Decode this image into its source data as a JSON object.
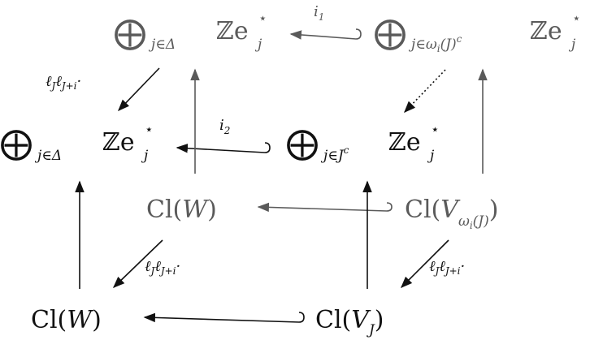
{
  "colors": {
    "black": "#111111",
    "gray": "#5a5a5a"
  },
  "nodes": {
    "top_left": {
      "sub": "j∈Δ",
      "base": "ℤe",
      "sub2": "j",
      "sup": "⋆"
    },
    "top_right": {
      "sub": "j∈ω",
      "sub_i": "i",
      "sub_J": "(J)",
      "sub_c": "c",
      "base": "ℤe",
      "sub2": "j",
      "sup": "⋆"
    },
    "mid_left": {
      "sub": "j∈Δ",
      "base": "ℤe",
      "sub2": "j",
      "sup": "⋆"
    },
    "mid_right": {
      "sub": "j∈J",
      "sub_c": "c",
      "base": "ℤe",
      "sub2": "j",
      "sup": "⋆"
    },
    "cl_w_gray": {
      "text": "Cl(",
      "script": "W",
      "close": ")"
    },
    "cl_v_omega": {
      "text": "Cl(",
      "script": "V",
      "sub": "ω",
      "sub_i": "i",
      "sub_J": "(J)",
      "close": ")"
    },
    "cl_w": {
      "text": "Cl(",
      "script": "W",
      "close": ")"
    },
    "cl_v_j": {
      "text": "Cl(",
      "script": "V",
      "sub": "J",
      "close": ")"
    }
  },
  "labels": {
    "i1": {
      "main": "i",
      "sub": "1"
    },
    "i2": {
      "main": "i",
      "sub": "2"
    },
    "ell_top": {
      "a": "ℓ",
      "a_sub": "J",
      "b": "ℓ",
      "b_sub": "J+i",
      "dot": "·"
    },
    "ell_mid": {
      "a": "ℓ",
      "a_sub": "J",
      "b": "ℓ",
      "b_sub": "J+i",
      "dot": "·"
    },
    "ell_right": {
      "a": "ℓ",
      "a_sub": "J",
      "b": "ℓ",
      "b_sub": "J+i",
      "dot": "·"
    }
  }
}
